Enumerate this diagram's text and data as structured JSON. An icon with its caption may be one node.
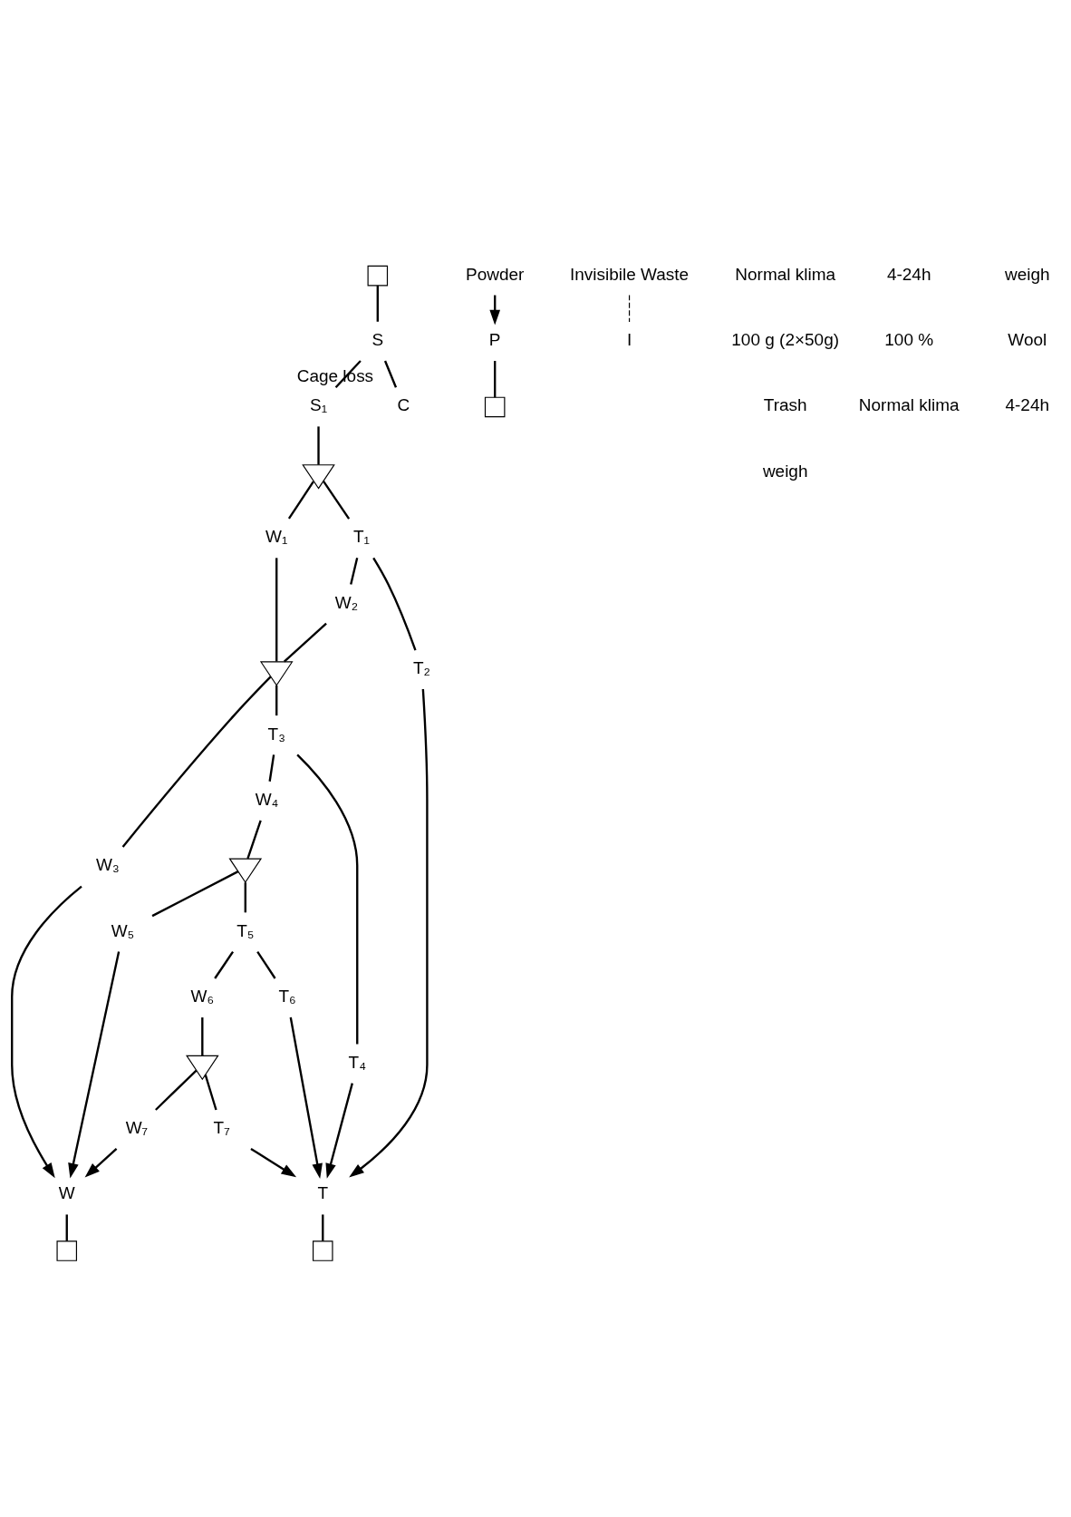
{
  "diagram": {
    "nodes": [
      {
        "text": [],
        "shape": "box"
      },
      {
        "text": [
          "S"
        ]
      },
      {
        "text": [
          "S₁"
        ]
      },
      {
        "text": [
          "C"
        ],
        "beside": [
          "Cage loss"
        ]
      },
      {
        "text": [],
        "shape": "triangle"
      },
      {
        "text": [
          "W₁"
        ]
      },
      {
        "text": [
          "T₁"
        ]
      },
      {
        "text": [
          "W₂"
        ]
      },
      {
        "text": [],
        "shape": "triangle"
      },
      {
        "text": [
          "W₃"
        ]
      },
      {
        "text": [
          "T₃"
        ]
      },
      {
        "text": [
          "W₄"
        ]
      },
      {
        "text": [],
        "shape": "triangle"
      },
      {
        "text": [
          "W₅"
        ]
      },
      {
        "text": [
          "T₅"
        ]
      },
      {
        "text": [
          "W₆"
        ]
      },
      {
        "text": [],
        "shape": "triangle"
      },
      {
        "text": [
          "W₇"
        ]
      },
      {
        "text": [
          "T₇"
        ]
      },
      {
        "text": [
          "T₆"
        ]
      },
      {
        "text": [
          "T₄"
        ]
      },
      {
        "text": [
          "T₂"
        ]
      },
      {
        "text": [
          "Powder"
        ]
      },
      {
        "text": [
          "Invisibile Waste"
        ]
      },
      {
        "text": [
          "W"
        ]
      },
      {
        "text": [
          "T"
        ]
      },
      {
        "text": [
          "P"
        ]
      },
      {
        "text": [
          "I"
        ]
      },
      {
        "text": [],
        "shape": "box"
      },
      {
        "text": [],
        "shape": "box"
      },
      {
        "text": [],
        "shape": "box"
      }
    ],
    "edges": [
      {
        "from": 0,
        "to": 1,
        "arrow": "none"
      },
      {
        "from": 1,
        "to": 2,
        "arrow": "none"
      },
      {
        "from": 1,
        "to": 3,
        "arrow": "none"
      },
      {
        "from": 2,
        "to": 4,
        "arrow": "none"
      },
      {
        "from": 4,
        "to": 5,
        "arrow": "none"
      },
      {
        "from": 4,
        "to": 6,
        "arrow": "none"
      },
      {
        "from": 6,
        "to": 7,
        "arrow": "none"
      },
      {
        "from": 6,
        "to": 21,
        "arrow": "none"
      },
      {
        "from": 5,
        "to": 8,
        "arrow": "none"
      },
      {
        "from": 7,
        "to": 8,
        "arrow": "none"
      },
      {
        "from": 8,
        "to": 9,
        "arrow": "none"
      },
      {
        "from": 8,
        "to": 10,
        "arrow": "none"
      },
      {
        "from": 10,
        "to": 11,
        "arrow": "none"
      },
      {
        "from": 10,
        "to": 20,
        "arrow": "none"
      },
      {
        "from": 11,
        "to": 12,
        "arrow": "none"
      },
      {
        "from": 12,
        "to": 13,
        "arrow": "none"
      },
      {
        "from": 12,
        "to": 14,
        "arrow": "none"
      },
      {
        "from": 14,
        "to": 15,
        "arrow": "none"
      },
      {
        "from": 14,
        "to": 19,
        "arrow": "none"
      },
      {
        "from": 15,
        "to": 16,
        "arrow": "none"
      },
      {
        "from": 16,
        "to": 17,
        "arrow": "none"
      },
      {
        "from": 16,
        "to": 18,
        "arrow": "none"
      },
      {
        "from": 9,
        "to": 24,
        "arrow": "to"
      },
      {
        "from": 13,
        "to": 24,
        "arrow": "to"
      },
      {
        "from": 17,
        "to": 24,
        "arrow": "to"
      },
      {
        "from": 18,
        "to": 25,
        "arrow": "to"
      },
      {
        "from": 19,
        "to": 25,
        "arrow": "to"
      },
      {
        "from": 20,
        "to": 25,
        "arrow": "to"
      },
      {
        "from": 21,
        "to": 25,
        "arrow": "to"
      },
      {
        "from": 22,
        "to": 26,
        "arrow": "to"
      },
      {
        "from": 23,
        "to": 27,
        "arrow": "none",
        "style": "dashed"
      },
      {
        "from": 24,
        "to": 28,
        "arrow": "none"
      },
      {
        "from": 25,
        "to": 29,
        "arrow": "none"
      },
      {
        "from": 26,
        "to": 30,
        "arrow": "none"
      }
    ],
    "labels": [
      "Normal klima",
      "4-24h",
      "weigh",
      "100 g (2×50g)",
      "100 %",
      "Wool",
      "Trash",
      "Normal klima",
      "4-24h",
      "weigh"
    ]
  }
}
